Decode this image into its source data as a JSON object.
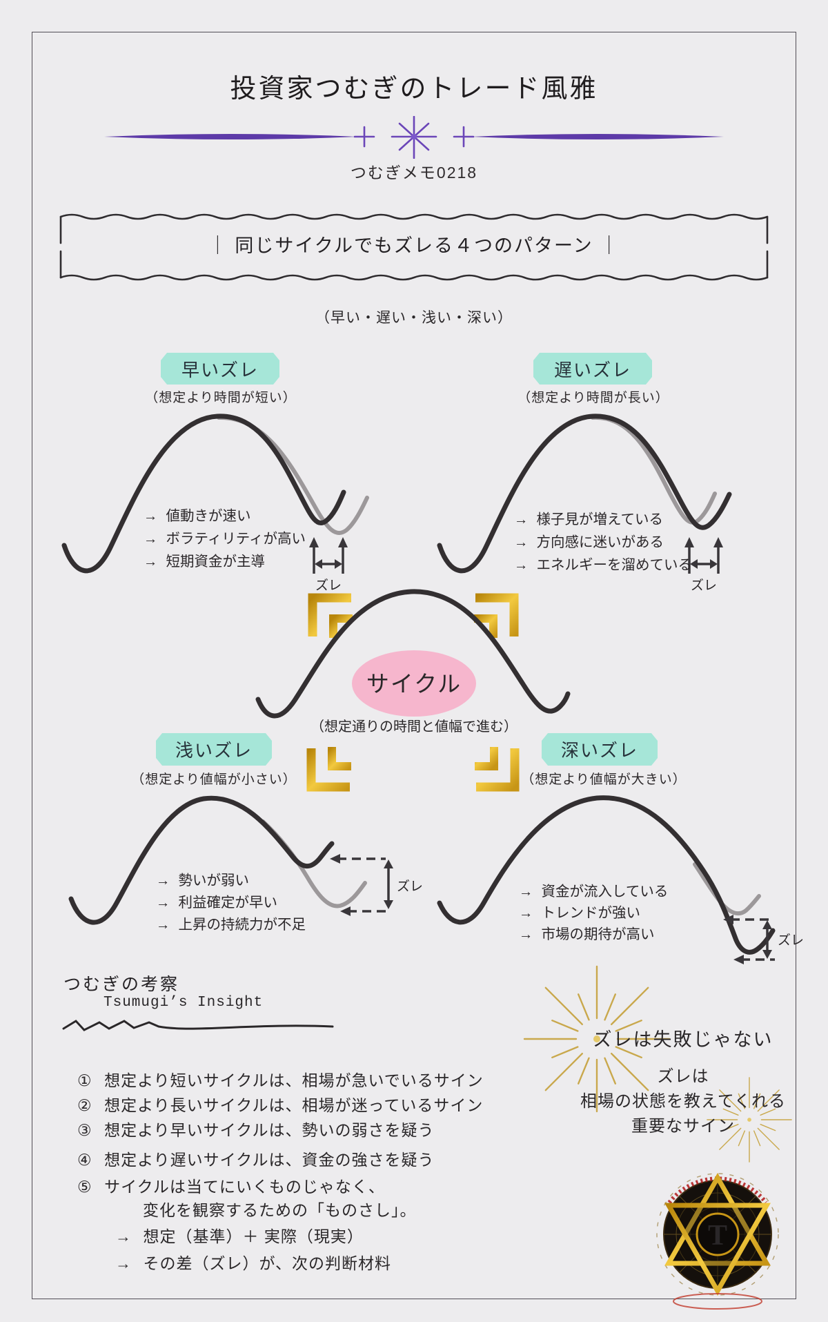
{
  "page": {
    "title": "投資家つむぎのトレード風雅",
    "memo": "つむぎメモ0218",
    "frame_box": {
      "title": "｜ 同じサイクルでもズレる４つのパターン ｜",
      "subtitle": "（早い・遅い・浅い・深い）"
    }
  },
  "ui": {
    "arrow": "→"
  },
  "quadrants": {
    "fast": {
      "label": "早いズレ",
      "note": "（想定より時間が短い）",
      "points": [
        "値動きが速い",
        "ボラティリティが高い",
        "短期資金が主導"
      ],
      "zure": "ズレ"
    },
    "slow": {
      "label": "遅いズレ",
      "note": "（想定より時間が長い）",
      "points": [
        "様子見が増えている",
        "方向感に迷いがある",
        "エネルギーを溜めている"
      ],
      "zure": "ズレ"
    },
    "shallow": {
      "label": "浅いズレ",
      "note": "（想定より値幅が小さい）",
      "points": [
        "勢いが弱い",
        "利益確定が早い",
        "上昇の持続力が不足"
      ],
      "zure": "ズレ"
    },
    "deep": {
      "label": "深いズレ",
      "note": "（想定より値幅が大きい）",
      "points": [
        "資金が流入している",
        "トレンドが強い",
        "市場の期待が高い"
      ],
      "zure": "ズレ"
    }
  },
  "center": {
    "label": "サイクル",
    "note": "（想定通りの時間と値幅で進む）"
  },
  "insight": {
    "heading_jp": "つむぎの考察",
    "heading_en": "Tsumugi’s Insight",
    "items": [
      {
        "num": "①",
        "text": "想定より短いサイクルは、相場が急いでいるサイン"
      },
      {
        "num": "②",
        "text": "想定より長いサイクルは、相場が迷っているサイン"
      },
      {
        "num": "③",
        "text": "想定より早いサイクルは、勢いの弱さを疑う"
      },
      {
        "num": "④",
        "text": "想定より遅いサイクルは、資金の強さを疑う"
      },
      {
        "num": "⑤",
        "text": "サイクルは当てにいくものじゃなく、"
      }
    ],
    "continuation": "変化を観察するための「ものさし」。",
    "arrow_lines": [
      "想定（基準）＋ 実際（現実）",
      "その差（ズレ）が、次の判断材料"
    ]
  },
  "highlight": {
    "title": "ズレは失敗じゃない",
    "lines": [
      "ズレは",
      "相場の状態を教えてくれる",
      "重要なサイン"
    ]
  },
  "logo": {
    "letter": "T"
  },
  "colors": {
    "background": "#edecee",
    "ink": "#2a2729",
    "teal_badge": "#a6e6d8",
    "pink": "#f6b6cd",
    "purple": "#5d3aa8",
    "gold": "#d9a420",
    "curve_black": "#332f31",
    "curve_gray": "#9c989a"
  }
}
